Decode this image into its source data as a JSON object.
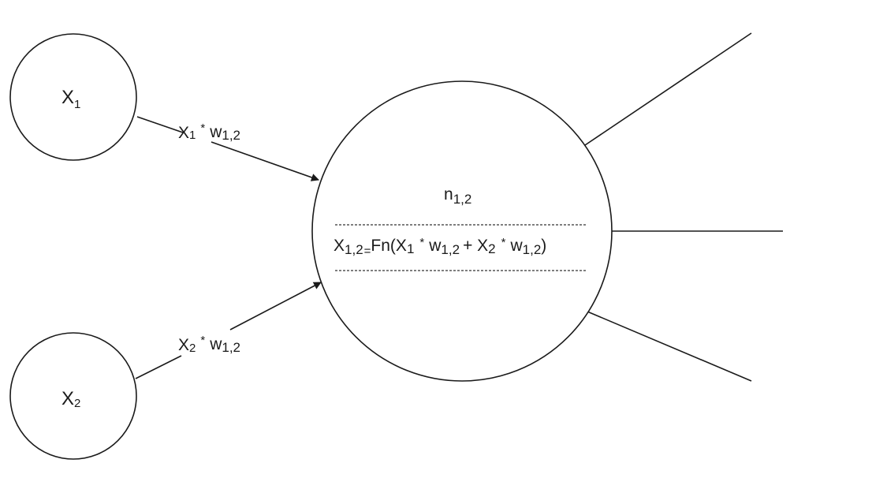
{
  "nodes": {
    "input1": {
      "base": "X",
      "sub": "1"
    },
    "input2": {
      "base": "X",
      "sub": "2"
    },
    "neuron": {
      "title": {
        "base": "n",
        "sub": "1,2"
      },
      "formula": {
        "lhs_base": "X",
        "lhs_sub": "1,2",
        "eq": "=",
        "fn_open": "Fn(X",
        "x1_sub": "1",
        "times1": "*",
        "w1_base": "w",
        "w1_sub": "1,2",
        "plus": "+ X",
        "x2_sub": "2",
        "times2": "*",
        "w2_base": "w",
        "w2_sub": "1,2",
        "close": ")"
      }
    }
  },
  "edges": {
    "edge1": {
      "x_base": "X",
      "x_sub": "1",
      "times": "*",
      "w_base": "w",
      "w_sub": "1,2"
    },
    "edge2": {
      "x_base": "X",
      "x_sub": "2",
      "times": "*",
      "w_base": "w",
      "w_sub": "1,2"
    }
  }
}
